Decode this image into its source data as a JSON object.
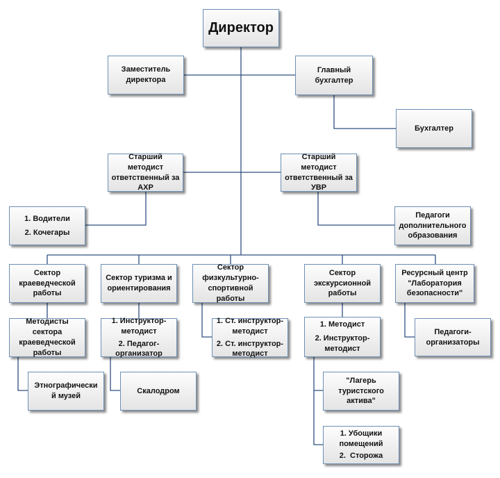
{
  "nodes": {
    "director": "Директор",
    "deputy": "Заместитель директора",
    "chief_accountant": "Главный бухгалтер",
    "accountant": "Бухгалтер",
    "senior_methodist_ahr": "Старший методист ответственный за АХР",
    "senior_methodist_uvr": "Старший методист ответственный за УВР",
    "drivers": "1. Водители",
    "stokers": "2. Кочегары",
    "additional_ed_teachers": "Педагоги дополнительного образования",
    "sector_local_history": "Сектор краеведческой работы",
    "sector_tourism": "Сектор туризма и ориентирования",
    "sector_sport": "Сектор физкультурно-спортивной работы",
    "sector_excursion": "Сектор экскурсионной работы",
    "resource_center": "Ресурсный центр \"Лаборатория безопасности\"",
    "methodists_local_history": "Методисты сектора краеведческой работы",
    "instructor_methodist_tourism": "1. Инструктор-методист",
    "teacher_organizer_tourism": "2. Педагог-организатор",
    "senior_instructor_1": "1. Ст. инструктор-методист",
    "senior_instructor_2": "2. Ст. инструктор-методист",
    "methodist_excursion": "1. Методист",
    "instructor_methodist_excursion": "2. Инструктор-методист",
    "teachers_organizers": "Педагоги-организаторы",
    "ethnographic_museum": "Этнографический музей",
    "climbing_wall": "Скалодром",
    "camp": "\"Лагерь туристского актива\"",
    "cleaners": "1. Убощики помещений",
    "guards": "2.  Сторожа"
  },
  "colors": {
    "line": "#2f4f7f",
    "border": "#6d8fb5"
  }
}
